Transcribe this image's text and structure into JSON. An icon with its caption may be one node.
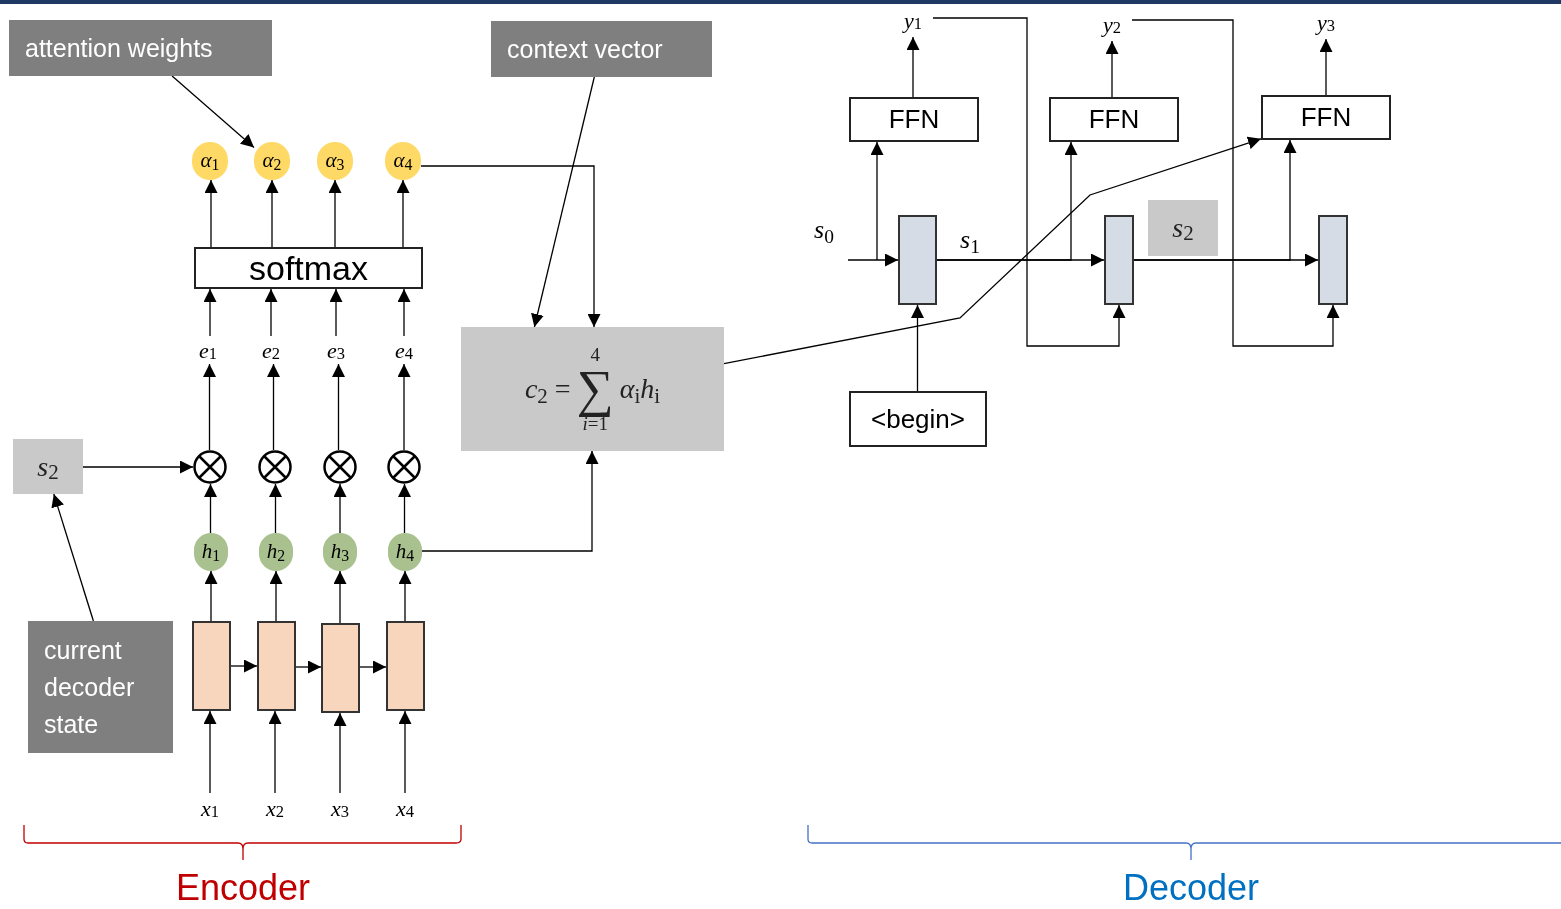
{
  "diagram": {
    "nodes": [
      {
        "text": [
          "attention weights"
        ]
      },
      {
        "text": [
          "context vector"
        ]
      },
      {
        "text": [
          "current decoder state"
        ]
      },
      {
        "text": [
          "*s*$_{2}$"
        ]
      },
      {
        "text": [
          "*α*$_{1}$"
        ]
      },
      {
        "text": [
          "*α*$_{2}$"
        ]
      },
      {
        "text": [
          "*α*$_{3}$"
        ]
      },
      {
        "text": [
          "*α*$_{4}$"
        ]
      },
      {
        "text": [
          "softmax"
        ]
      },
      {
        "text": [
          "*e*$_{1}$"
        ]
      },
      {
        "text": [
          "*e*$_{2}$"
        ]
      },
      {
        "text": [
          "*e*$_{3}$"
        ]
      },
      {
        "text": [
          "*e*$_{4}$"
        ]
      },
      {
        "text": [],
        "shape": "circle"
      },
      {
        "text": [],
        "shape": "circle"
      },
      {
        "text": [],
        "shape": "circle"
      },
      {
        "text": [],
        "shape": "circle"
      },
      {
        "text": [
          "*h*$_{1}$"
        ]
      },
      {
        "text": [
          "*h*$_{2}$"
        ]
      },
      {
        "text": [
          "*h*$_{3}$"
        ]
      },
      {
        "text": [
          "*h*$_{4}$"
        ]
      },
      {
        "text": [],
        "shape": "box"
      },
      {
        "text": [],
        "shape": "box"
      },
      {
        "text": [],
        "shape": "box"
      },
      {
        "text": [],
        "shape": "box"
      },
      {
        "text": [
          "*x*$_{1}$"
        ]
      },
      {
        "text": [
          "*x*$_{2}$"
        ]
      },
      {
        "text": [
          "*x*$_{3}$"
        ]
      },
      {
        "text": [
          "*x*$_{4}$"
        ]
      },
      {
        "text": [
          "*c*$_{2}$ =",
          "4",
          "∑",
          "*i*=1",
          "*α*$_{i}$*h*$_{i}$"
        ]
      },
      {
        "text": [],
        "shape": "box"
      },
      {
        "text": [],
        "shape": "box"
      },
      {
        "text": [],
        "shape": "box"
      },
      {
        "text": [
          "FFN"
        ]
      },
      {
        "text": [
          "FFN"
        ]
      },
      {
        "text": [
          "FFN"
        ]
      },
      {
        "text": [
          "*y*$_{1}$"
        ]
      },
      {
        "text": [
          "*y*$_{2}$"
        ]
      },
      {
        "text": [
          "*y*$_{3}$"
        ]
      },
      {
        "text": [
          "<begin>"
        ]
      },
      {
        "text": [
          "*s*$_{2}$"
        ]
      }
    ],
    "edges": [
      {
        "from": 0,
        "to": 5,
        "arrow": "to"
      },
      {
        "from": 1,
        "to": 29,
        "arrow": "to"
      },
      {
        "from": 2,
        "to": 3,
        "arrow": "to"
      },
      {
        "from": 3,
        "to": 13,
        "arrow": "to"
      },
      {
        "from": 7,
        "to": 29,
        "arrow": "to"
      },
      {
        "from": 20,
        "to": 29,
        "arrow": "to"
      },
      {
        "from": 8,
        "to": 4,
        "arrow": "to"
      },
      {
        "from": 8,
        "to": 5,
        "arrow": "to"
      },
      {
        "from": 8,
        "to": 6,
        "arrow": "to"
      },
      {
        "from": 8,
        "to": 7,
        "arrow": "to"
      },
      {
        "from": 9,
        "to": 8,
        "arrow": "to"
      },
      {
        "from": 10,
        "to": 8,
        "arrow": "to"
      },
      {
        "from": 11,
        "to": 8,
        "arrow": "to"
      },
      {
        "from": 12,
        "to": 8,
        "arrow": "to"
      },
      {
        "from": 13,
        "to": 9,
        "arrow": "to"
      },
      {
        "from": 14,
        "to": 10,
        "arrow": "to"
      },
      {
        "from": 15,
        "to": 11,
        "arrow": "to"
      },
      {
        "from": 16,
        "to": 12,
        "arrow": "to"
      },
      {
        "from": 17,
        "to": 13,
        "arrow": "to"
      },
      {
        "from": 18,
        "to": 14,
        "arrow": "to"
      },
      {
        "from": 19,
        "to": 15,
        "arrow": "to"
      },
      {
        "from": 20,
        "to": 16,
        "arrow": "to"
      },
      {
        "from": 21,
        "to": 17,
        "arrow": "to"
      },
      {
        "from": 22,
        "to": 18,
        "arrow": "to"
      },
      {
        "from": 23,
        "to": 19,
        "arrow": "to"
      },
      {
        "from": 24,
        "to": 20,
        "arrow": "to"
      },
      {
        "from": 21,
        "to": 22,
        "arrow": "to"
      },
      {
        "from": 22,
        "to": 23,
        "arrow": "to"
      },
      {
        "from": 23,
        "to": 24,
        "arrow": "to"
      },
      {
        "from": 25,
        "to": 21,
        "arrow": "to"
      },
      {
        "from": 26,
        "to": 22,
        "arrow": "to"
      },
      {
        "from": 27,
        "to": 23,
        "arrow": "to"
      },
      {
        "from": 28,
        "to": 24,
        "arrow": "to"
      },
      {
        "from": 29,
        "to": 35,
        "arrow": "to"
      },
      {
        "from": null,
        "to": 30,
        "arrow": "to",
        "label": "*s*$_{0}$"
      },
      {
        "from": 30,
        "to": 31,
        "arrow": "to",
        "label": "*s*$_{1}$"
      },
      {
        "from": 31,
        "to": 32,
        "arrow": "to"
      },
      {
        "from": null,
        "to": 33,
        "arrow": "to"
      },
      {
        "from": 30,
        "to": 34,
        "arrow": "to"
      },
      {
        "from": 31,
        "to": 35,
        "arrow": "to"
      },
      {
        "from": 33,
        "to": 36,
        "arrow": "to"
      },
      {
        "from": 34,
        "to": 37,
        "arrow": "to"
      },
      {
        "from": 35,
        "to": 38,
        "arrow": "to"
      },
      {
        "from": 36,
        "to": 31,
        "arrow": "to"
      },
      {
        "from": 37,
        "to": 32,
        "arrow": "to"
      },
      {
        "from": 39,
        "to": 30,
        "arrow": "to"
      }
    ],
    "labels": [
      "Encoder",
      "Decoder"
    ]
  }
}
